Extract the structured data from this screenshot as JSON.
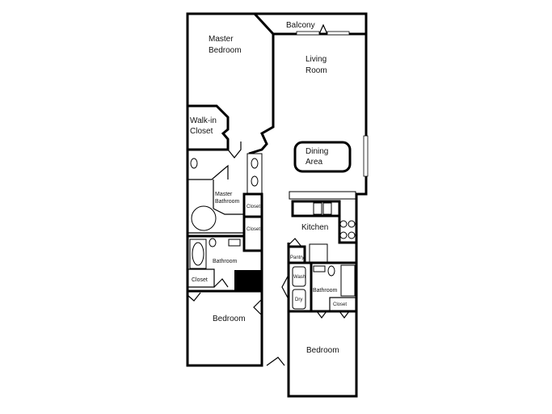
{
  "rooms": {
    "balcony": "Balcony",
    "master_bedroom": [
      "Master",
      "Bedroom"
    ],
    "living_room": [
      "Living",
      "Room"
    ],
    "walk_in_closet": [
      "Walk-in",
      "Closet"
    ],
    "dining_area": [
      "Dining",
      "Area"
    ],
    "master_bathroom": [
      "Master",
      "Bathroom"
    ],
    "closet_1": "Closet",
    "closet_2": "Closet",
    "kitchen": "Kitchen",
    "pantry": "Pantry",
    "bathroom_left": "Bathroom",
    "closet_left": "Closet",
    "washer": "Wash",
    "dryer": "Dry",
    "bathroom_right": "Bathroom",
    "closet_right": "Closet",
    "bedroom_left": "Bedroom",
    "bedroom_right": "Bedroom"
  },
  "colors": {
    "wall": "#000000",
    "background": "#ffffff"
  }
}
